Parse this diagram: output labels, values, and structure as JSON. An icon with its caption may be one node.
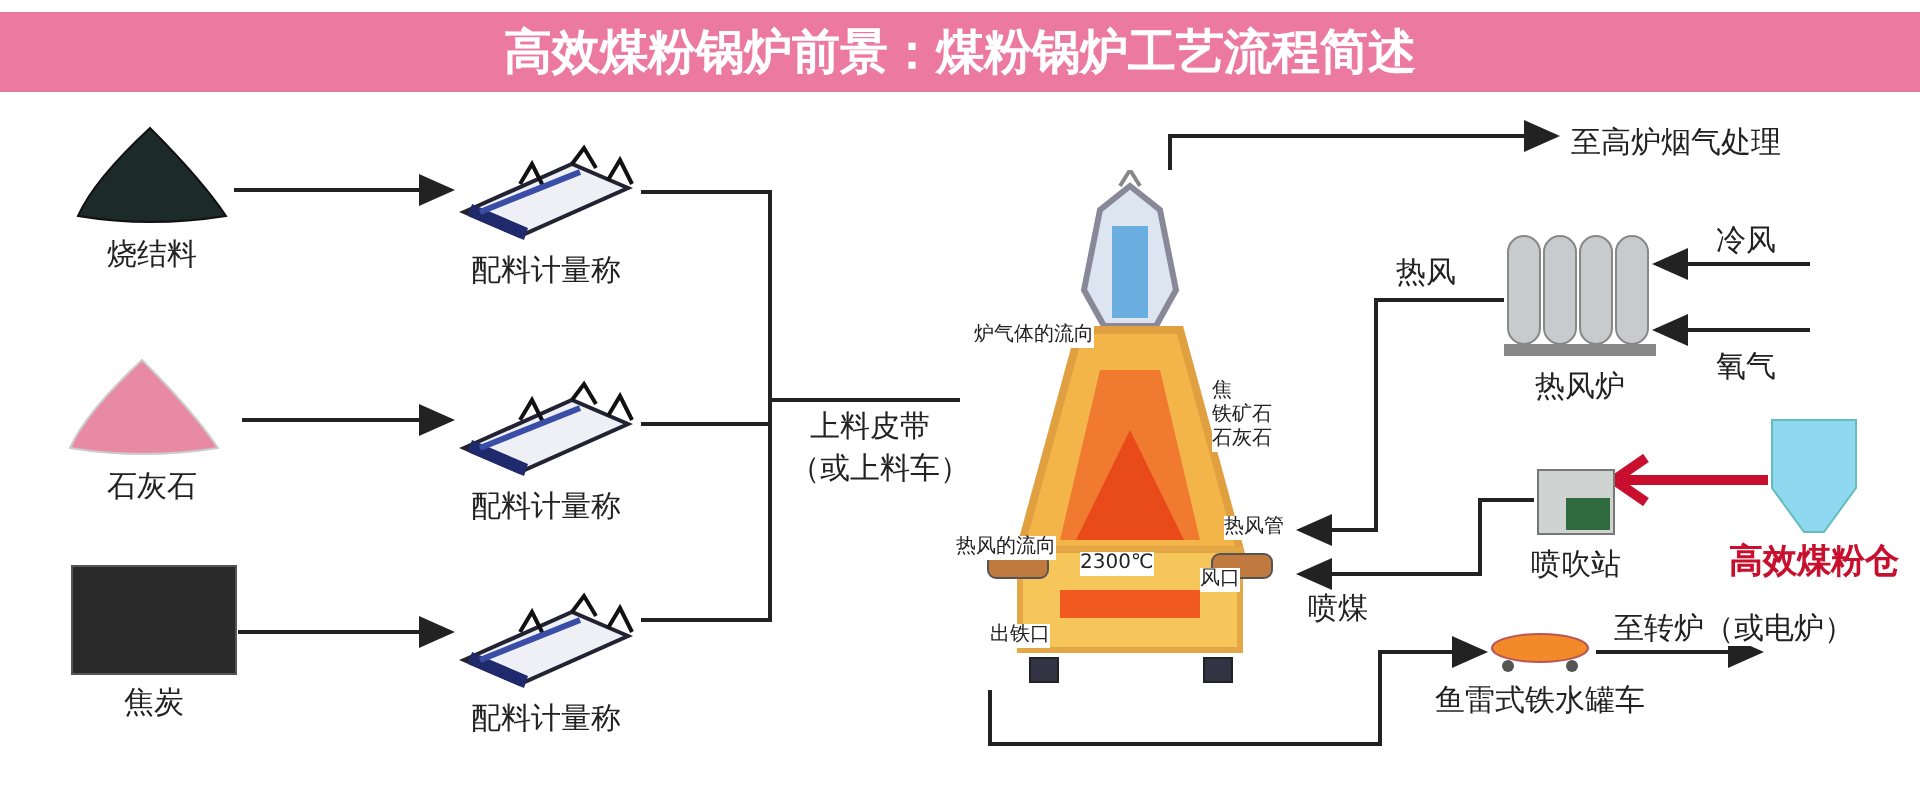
{
  "diagram": {
    "title": "高效煤粉锅炉前景：煤粉锅炉工艺流程简述",
    "nodes": [
      {
        "text": [
          "烧结料"
        ]
      },
      {
        "text": [
          "配料计量称"
        ]
      },
      {
        "text": [
          "石灰石"
        ]
      },
      {
        "text": [
          "配料计量称"
        ]
      },
      {
        "text": [
          "焦炭"
        ]
      },
      {
        "text": [
          "配料计量称"
        ]
      },
      {
        "text": [],
        "shape": "picture"
      },
      {
        "text": [
          "至高炉烟气处理"
        ]
      },
      {
        "text": [
          "热风炉"
        ]
      },
      {
        "text": [
          "喷吹站"
        ]
      },
      {
        "text": [
          "高效煤粉仓"
        ]
      },
      {
        "text": [
          "鱼雷式铁水罐车"
        ]
      }
    ],
    "edges": [
      {
        "from": 0,
        "to": 1,
        "arrow": "to"
      },
      {
        "from": 2,
        "to": 3,
        "arrow": "to"
      },
      {
        "from": 4,
        "to": 5,
        "arrow": "to"
      },
      {
        "from": 1,
        "to": 6,
        "arrow": "none"
      },
      {
        "from": 3,
        "to": 6,
        "arrow": "none"
      },
      {
        "from": 5,
        "to": 6,
        "arrow": "none"
      },
      {
        "from": 6,
        "to": 7,
        "arrow": "to"
      },
      {
        "from": null,
        "to": 8,
        "arrow": "to",
        "label": "冷风"
      },
      {
        "from": null,
        "to": 8,
        "arrow": "to",
        "label": "氧气"
      },
      {
        "from": 8,
        "to": 6,
        "arrow": "to",
        "label": "热风"
      },
      {
        "from": 10,
        "to": 9,
        "arrow": "to",
        "style": "thick",
        "color": "#c8102e"
      },
      {
        "from": 9,
        "to": 6,
        "arrow": "to",
        "label": "喷煤"
      },
      {
        "from": 6,
        "to": 11,
        "arrow": "to"
      },
      {
        "from": 11,
        "to": null,
        "arrow": "to",
        "label": "至转炉（或电炉）"
      }
    ],
    "labels": [
      "炉气体的流向",
      "焦",
      "铁矿石",
      "石灰石",
      "上料皮带",
      "（或上料车）",
      "热风管",
      "热风的流向",
      "2300℃",
      "风口",
      "出铁口"
    ]
  }
}
